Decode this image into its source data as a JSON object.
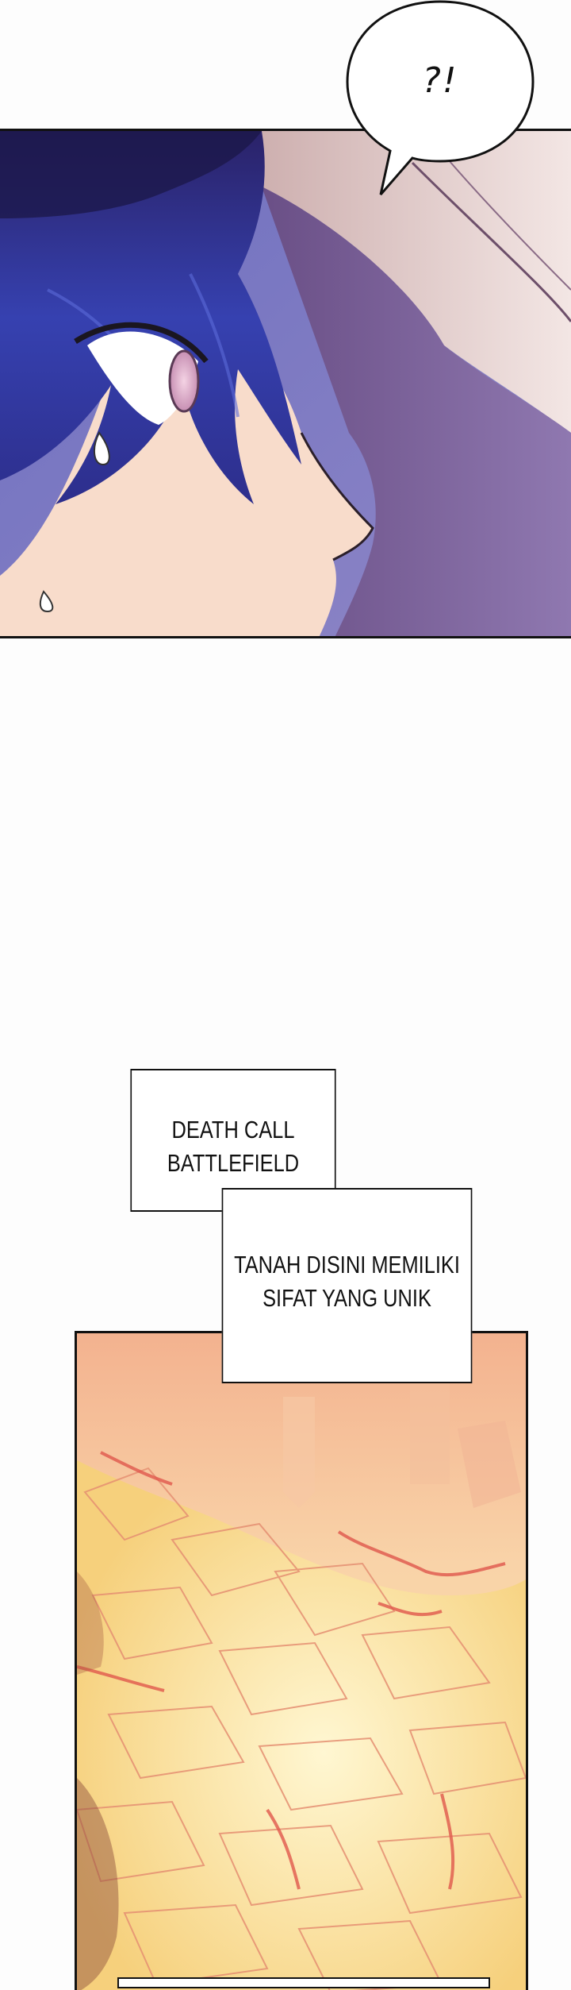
{
  "speech_bubble": {
    "text": "?!"
  },
  "captions": [
    {
      "lines": [
        "DEATH CALL",
        "BATTLEFIELD"
      ]
    },
    {
      "lines": [
        "TANAH DISINI MEMILIKI",
        "SIFAT YANG UNIK"
      ]
    }
  ],
  "colors": {
    "page_background": "#fdfdfd",
    "hair_dark": "#2b2d86",
    "hair_mid": "#3c47c0",
    "skin": "#f8dccb",
    "cap": "#efd9d3",
    "field_glow": "#fff0b6",
    "field_rock": "#f7d37e",
    "field_red": "#e86a5a",
    "panel_border": "#111111"
  }
}
